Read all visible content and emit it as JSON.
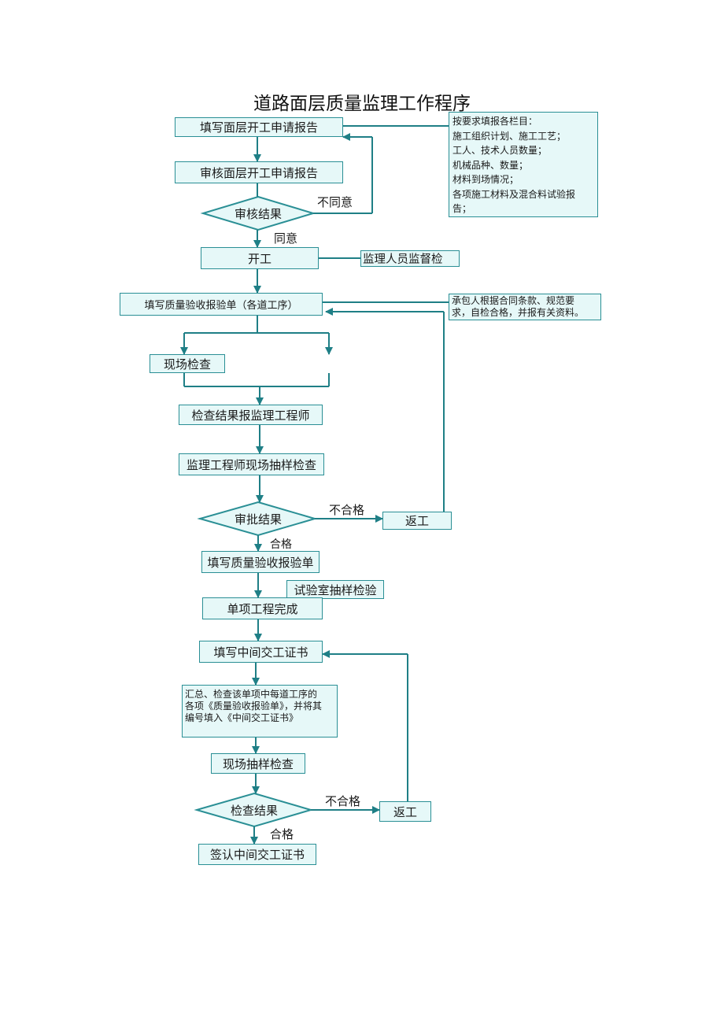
{
  "title": "道路面层质量监理工作程序",
  "nodes": {
    "fill_start_report": "填写面层开工申请报告",
    "review_start_report": "审核面层开工申请报告",
    "review_result": "审核结果",
    "start_work": "开工",
    "supervisor_inspect": "监理人员监督检",
    "fill_acceptance_each": "填写质量验收报验单（各道工序）",
    "site_inspection": "现场检查",
    "report_to_engineer": "检查结果报监理工程师",
    "engineer_sampling": "监理工程师现场抽样检查",
    "approval_result": "审批结果",
    "rework_1": "返工",
    "fill_acceptance": "填写质量验收报验单",
    "lab_sampling": "试验室抽样检验",
    "single_item_complete": "单项工程完成",
    "fill_handover_cert": "填写中间交工证书",
    "summary_box": [
      "汇总、检查该单项中每道工序的",
      "各项《质量验收报验单》，并将其",
      "编号填入《中间交工证书》"
    ],
    "site_sampling": "现场抽样检查",
    "check_result": "检查结果",
    "rework_2": "返工",
    "sign_handover_cert": "签认中间交工证书"
  },
  "edge_labels": {
    "disagree": "不同意",
    "agree": "同意",
    "fail_1": "不合格",
    "pass_1": "合格",
    "fail_2": "不合格",
    "pass_2": "合格"
  },
  "notes": {
    "requirements": [
      "按要求填报各栏目：",
      "施工组织计划、施工工艺；",
      "工人、技术人员数量；",
      "机械品种、数量；",
      "材料到场情况；",
      "各项施工材料及混合料试验报",
      "告；"
    ],
    "contractor": [
      "承包人根据合同条款、规范要",
      "求，自检合格，并报有关资料。"
    ]
  },
  "colors": {
    "box_fill": "#e6f8f8",
    "border": "#2a8f95",
    "line": "#1f7f86"
  }
}
